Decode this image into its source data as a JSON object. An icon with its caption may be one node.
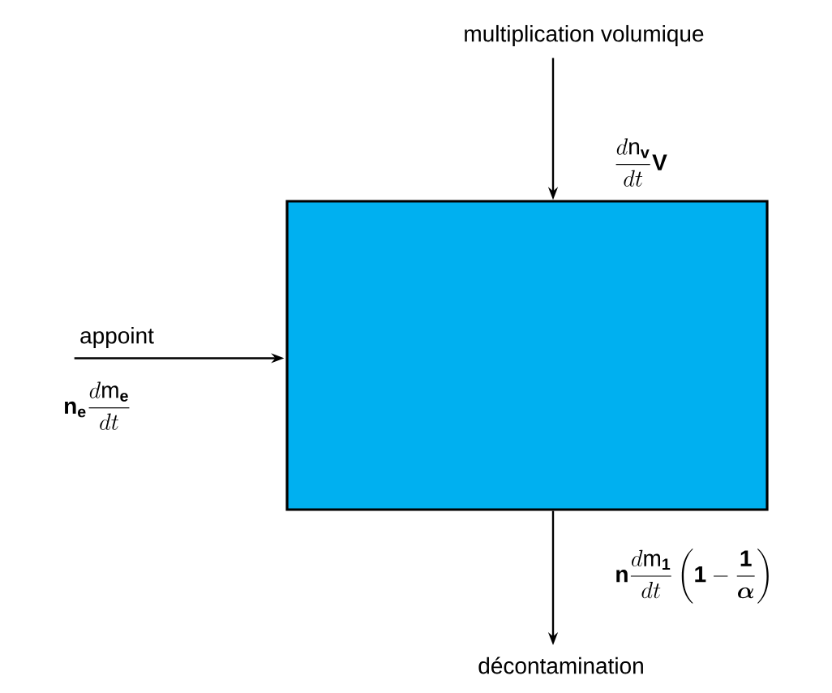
{
  "diagram": {
    "nodes": [
      {
        "text": [],
        "shape": "box"
      },
      {
        "text": [
          "multiplication volumique"
        ]
      },
      {
        "text": [
          "appoint"
        ]
      },
      {
        "text": [
          "décontamination"
        ]
      }
    ],
    "edges": [
      {
        "from": 1,
        "to": 0,
        "arrow": "to",
        "label": "\\frac{d\\mathrm{n}_{\\mathbf{v}}}{dt}\\mathbf{V}"
      },
      {
        "from": 2,
        "to": 0,
        "arrow": "to",
        "label": "\\mathbf{n}_{\\mathbf{e}}\\frac{d\\mathrm{m}_{\\mathbf{e}}}{dt}"
      },
      {
        "from": 0,
        "to": 3,
        "arrow": "to",
        "label": "\\mathbf{n}\\frac{d\\mathrm{m}_{\\mathbf{1}}}{dt}\\left(\\mathbf{1}-\\frac{\\mathbf{1}}{\\boldsymbol{\\alpha}}\\right)"
      }
    ]
  }
}
